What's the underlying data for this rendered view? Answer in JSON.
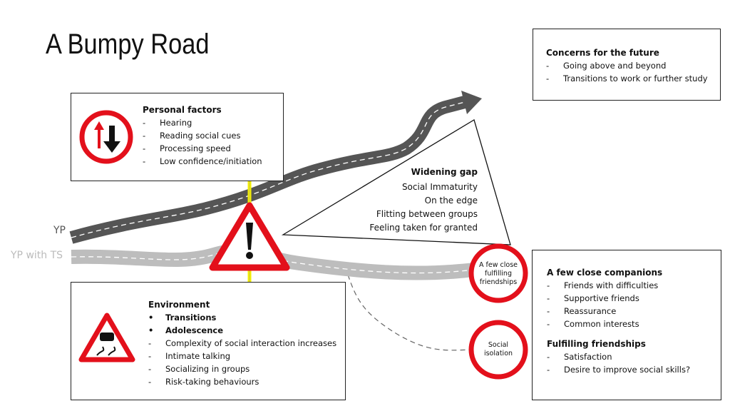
{
  "title": "A Bumpy Road",
  "concerns": {
    "heading": "Concerns for the future",
    "items": [
      "Going above and beyond",
      "Transitions to work or further study"
    ]
  },
  "personal": {
    "heading": "Personal factors",
    "items": [
      "Hearing",
      "Reading social cues",
      "Processing speed",
      "Low confidence/initiation"
    ]
  },
  "environment": {
    "heading": "Environment",
    "bold_items": [
      "Transitions",
      "Adolescence"
    ],
    "items": [
      "Complexity of social interaction increases",
      "Intimate talking",
      "Socializing in groups",
      "Risk-taking behaviours"
    ]
  },
  "gap": {
    "heading": "Widening gap",
    "items": [
      "Social Immaturity",
      "On the edge",
      "Flitting between groups",
      "Feeling taken for granted"
    ]
  },
  "roads": {
    "yp": "YP",
    "yp_ts": "YP with TS"
  },
  "circles": {
    "friendships": "A few close fulfilling friendships",
    "isolation": "Social isolation"
  },
  "companions": {
    "heading": "A few close companions",
    "items": [
      "Friends with difficulties",
      "Supportive friends",
      "Reassurance",
      "Common interests"
    ],
    "heading2": "Fulfilling friendships",
    "items2": [
      "Satisfaction",
      "Desire to improve social skills?"
    ]
  },
  "colors": {
    "sign_red": "#e3101b",
    "road_dark": "#555555",
    "road_light": "#bdbdbd",
    "arrow_yellow": "#f5f000"
  }
}
